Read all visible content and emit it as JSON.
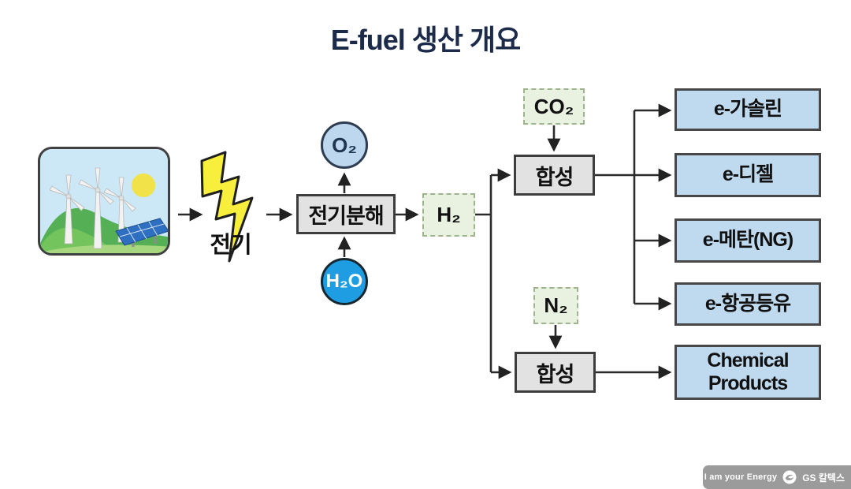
{
  "title": "E-fuel 생산 개요",
  "diagram": {
    "source_image": "renewable-energy-wind-solar",
    "electricity_label": "전기",
    "electrolysis_label": "전기분해",
    "o2_label": "O₂",
    "h2o_label": "H₂O",
    "h2_label": "H₂",
    "co2_label": "CO₂",
    "n2_label": "N₂",
    "synthesis_top_label": "합성",
    "synthesis_bottom_label": "합성",
    "outputs": [
      "e-가솔린",
      "e-디젤",
      "e-메탄(NG)",
      "e-항공등유",
      "Chemical Products"
    ]
  },
  "footer": {
    "slogan": "I am your Energy",
    "brand": "GS 칼텍스"
  },
  "colors": {
    "title_text": "#1c2b4a",
    "process_box_fill": "#e2e2e2",
    "gas_box_fill": "#e9f1e0",
    "output_box_fill": "#bfd9ee",
    "o2_circle_fill": "#bdd7ee",
    "h2o_circle_fill": "#1e9de2",
    "lightning_fill": "#f8ef3c",
    "footer_bar_fill": "#9b9b9b",
    "line_color": "#2b2b2b"
  }
}
